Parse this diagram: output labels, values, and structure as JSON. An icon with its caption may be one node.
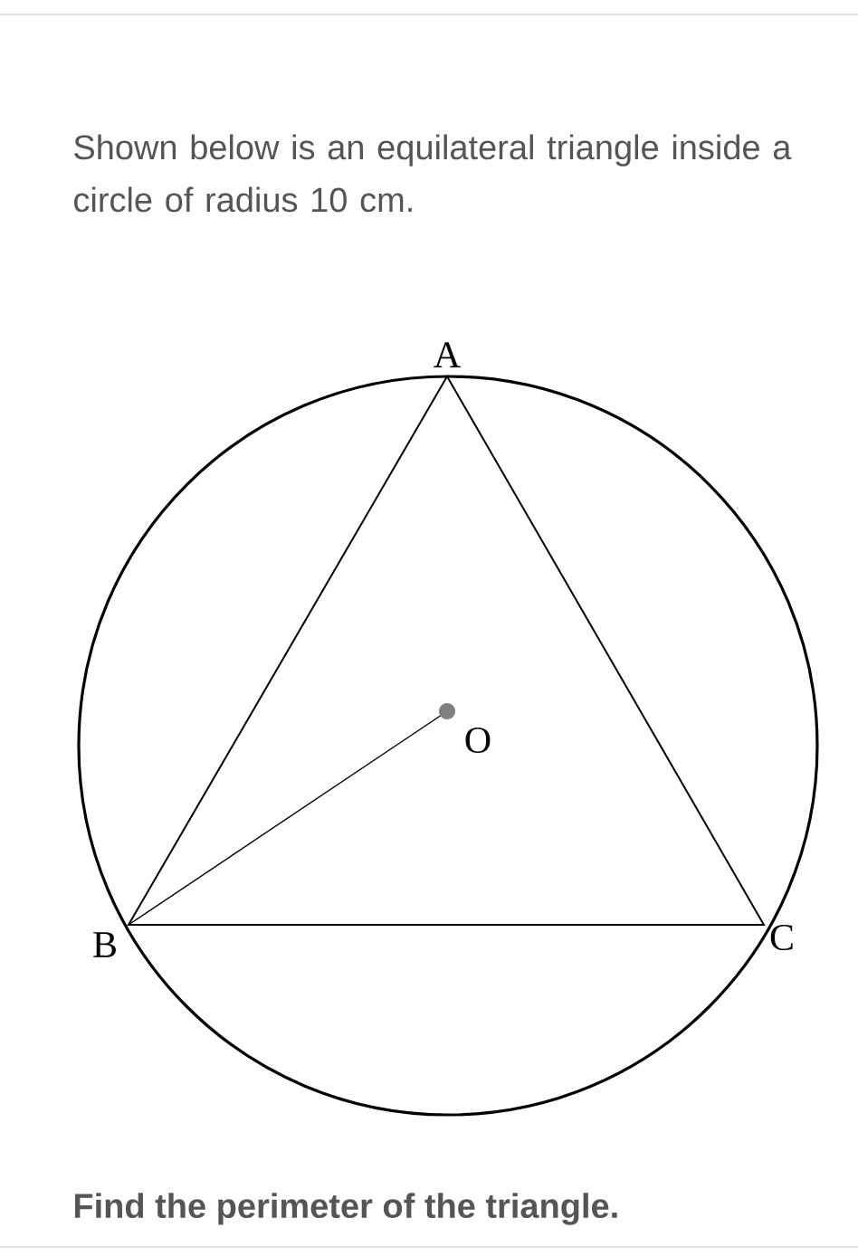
{
  "diagram": {
    "title": "Shown below is an equilateral triangle inside a circle of radius 10 cm.",
    "caption": "Find the perimeter of the triangle.",
    "labels": [
      "A",
      "O",
      "B",
      "C"
    ]
  }
}
